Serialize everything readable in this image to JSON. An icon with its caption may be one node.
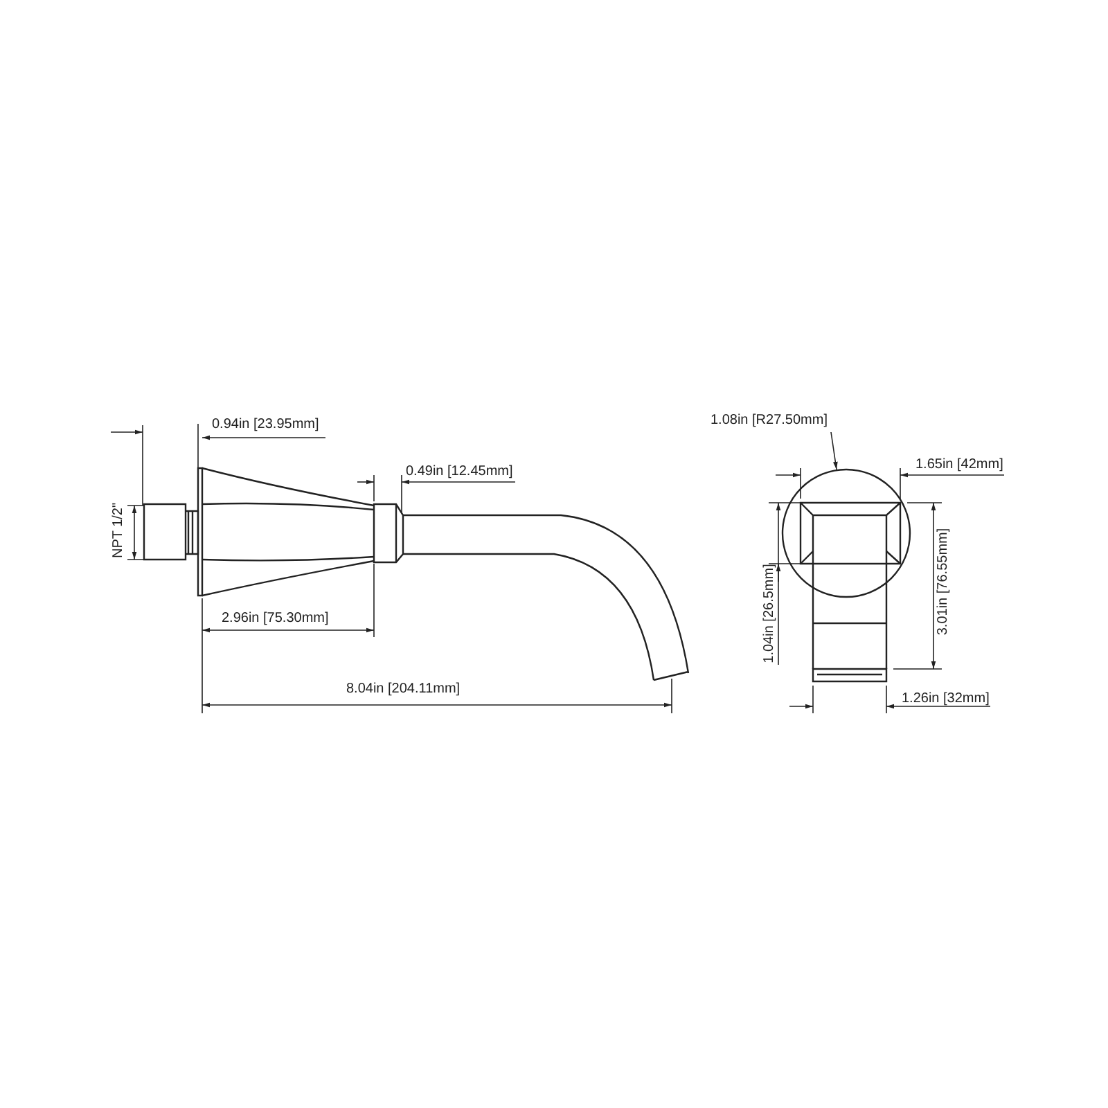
{
  "diagram": {
    "labels": [
      "0.94in [23.95mm]",
      "1.08in [R27.50mm]",
      "0.49in [12.45mm]",
      "1.65in [42mm]",
      "NPT 1/2\"",
      "1.04in [26.5mm]",
      "3.01in [76.55mm]",
      "2.96in [75.30mm]",
      "8.04in [204.11mm]",
      "1.26in [32mm]"
    ]
  }
}
